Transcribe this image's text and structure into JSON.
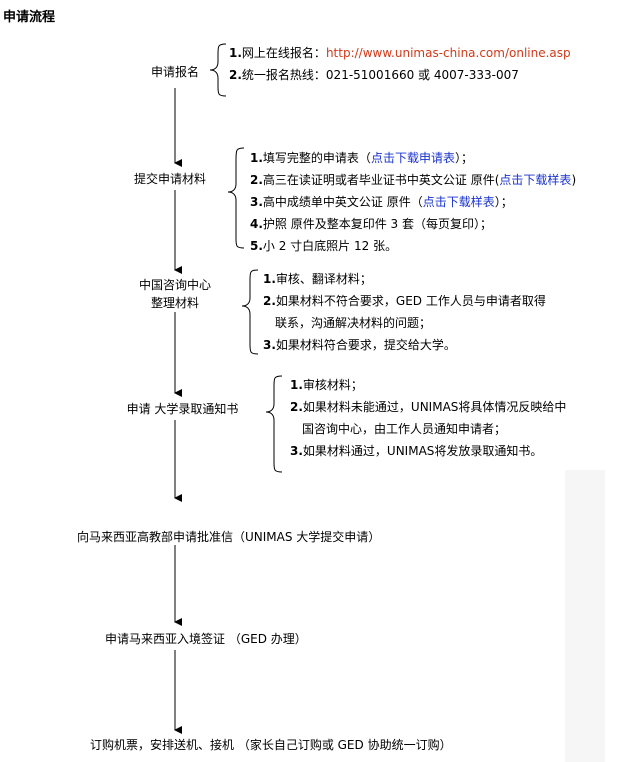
{
  "title": "申请流程",
  "steps": [
    {
      "label": [
        "申请报名"
      ],
      "items": [
        {
          "n": "1.",
          "parts": [
            {
              "t": "网上在线报名："
            },
            {
              "t": "http://www.unimas-china.com/online.asp",
              "url": true
            }
          ]
        },
        {
          "n": "2.",
          "parts": [
            {
              "t": "统一报名热线：021-51001660 或 4007-333-007"
            }
          ]
        }
      ]
    },
    {
      "label": [
        "提交申请材料"
      ],
      "items": [
        {
          "n": "1.",
          "parts": [
            {
              "t": "填写完整的申请表（"
            },
            {
              "t": "点击下载申请表",
              "link": true
            },
            {
              "t": "）；"
            }
          ]
        },
        {
          "n": "2.",
          "parts": [
            {
              "t": "高三在读证明或者毕业证书中英文公证 原件("
            },
            {
              "t": "点击下载样表",
              "link": true
            },
            {
              "t": ")"
            }
          ]
        },
        {
          "n": "3.",
          "parts": [
            {
              "t": "高中成绩单中英文公证 原件（"
            },
            {
              "t": "点击下载样表",
              "link": true
            },
            {
              "t": "）；"
            }
          ]
        },
        {
          "n": "4.",
          "parts": [
            {
              "t": "护照 原件及整本复印件 3 套（每页复印）；"
            }
          ]
        },
        {
          "n": "5.",
          "parts": [
            {
              "t": "小 2 寸白底照片 12 张。"
            }
          ]
        }
      ]
    },
    {
      "label": [
        "中国咨询中心",
        "整理材料"
      ],
      "items": [
        {
          "n": "1.",
          "parts": [
            {
              "t": "审核、翻译材料；"
            }
          ]
        },
        {
          "n": "2.",
          "parts": [
            {
              "t": "如果材料不符合要求，GED 工作人员与申请者取得"
            }
          ]
        },
        {
          "n": "",
          "parts": [
            {
              "t": "联系，沟通解决材料的问题；"
            }
          ]
        },
        {
          "n": "3.",
          "parts": [
            {
              "t": "如果材料符合要求，提交给大学。"
            }
          ]
        }
      ]
    },
    {
      "label": [
        "申请 大学录取通知书"
      ],
      "items": [
        {
          "n": "1.",
          "parts": [
            {
              "t": "审核材料；"
            }
          ]
        },
        {
          "n": "2.",
          "parts": [
            {
              "t": "如果材料未能通过，UNIMAS将具体情况反映给中"
            }
          ]
        },
        {
          "n": "",
          "parts": [
            {
              "t": "国咨询中心，由工作人员通知申请者；"
            }
          ]
        },
        {
          "n": "3.",
          "parts": [
            {
              "t": "如果材料通过，UNIMAS将发放录取通知书。"
            }
          ]
        }
      ]
    }
  ],
  "final_steps": [
    "向马来西亚高教部申请批准信（UNIMAS 大学提交申请）",
    "申请马来西亚入境签证 （GED 办理）",
    "订购机票，安排送机、接机 （家长自己订购或 GED 协助统一订购）"
  ]
}
